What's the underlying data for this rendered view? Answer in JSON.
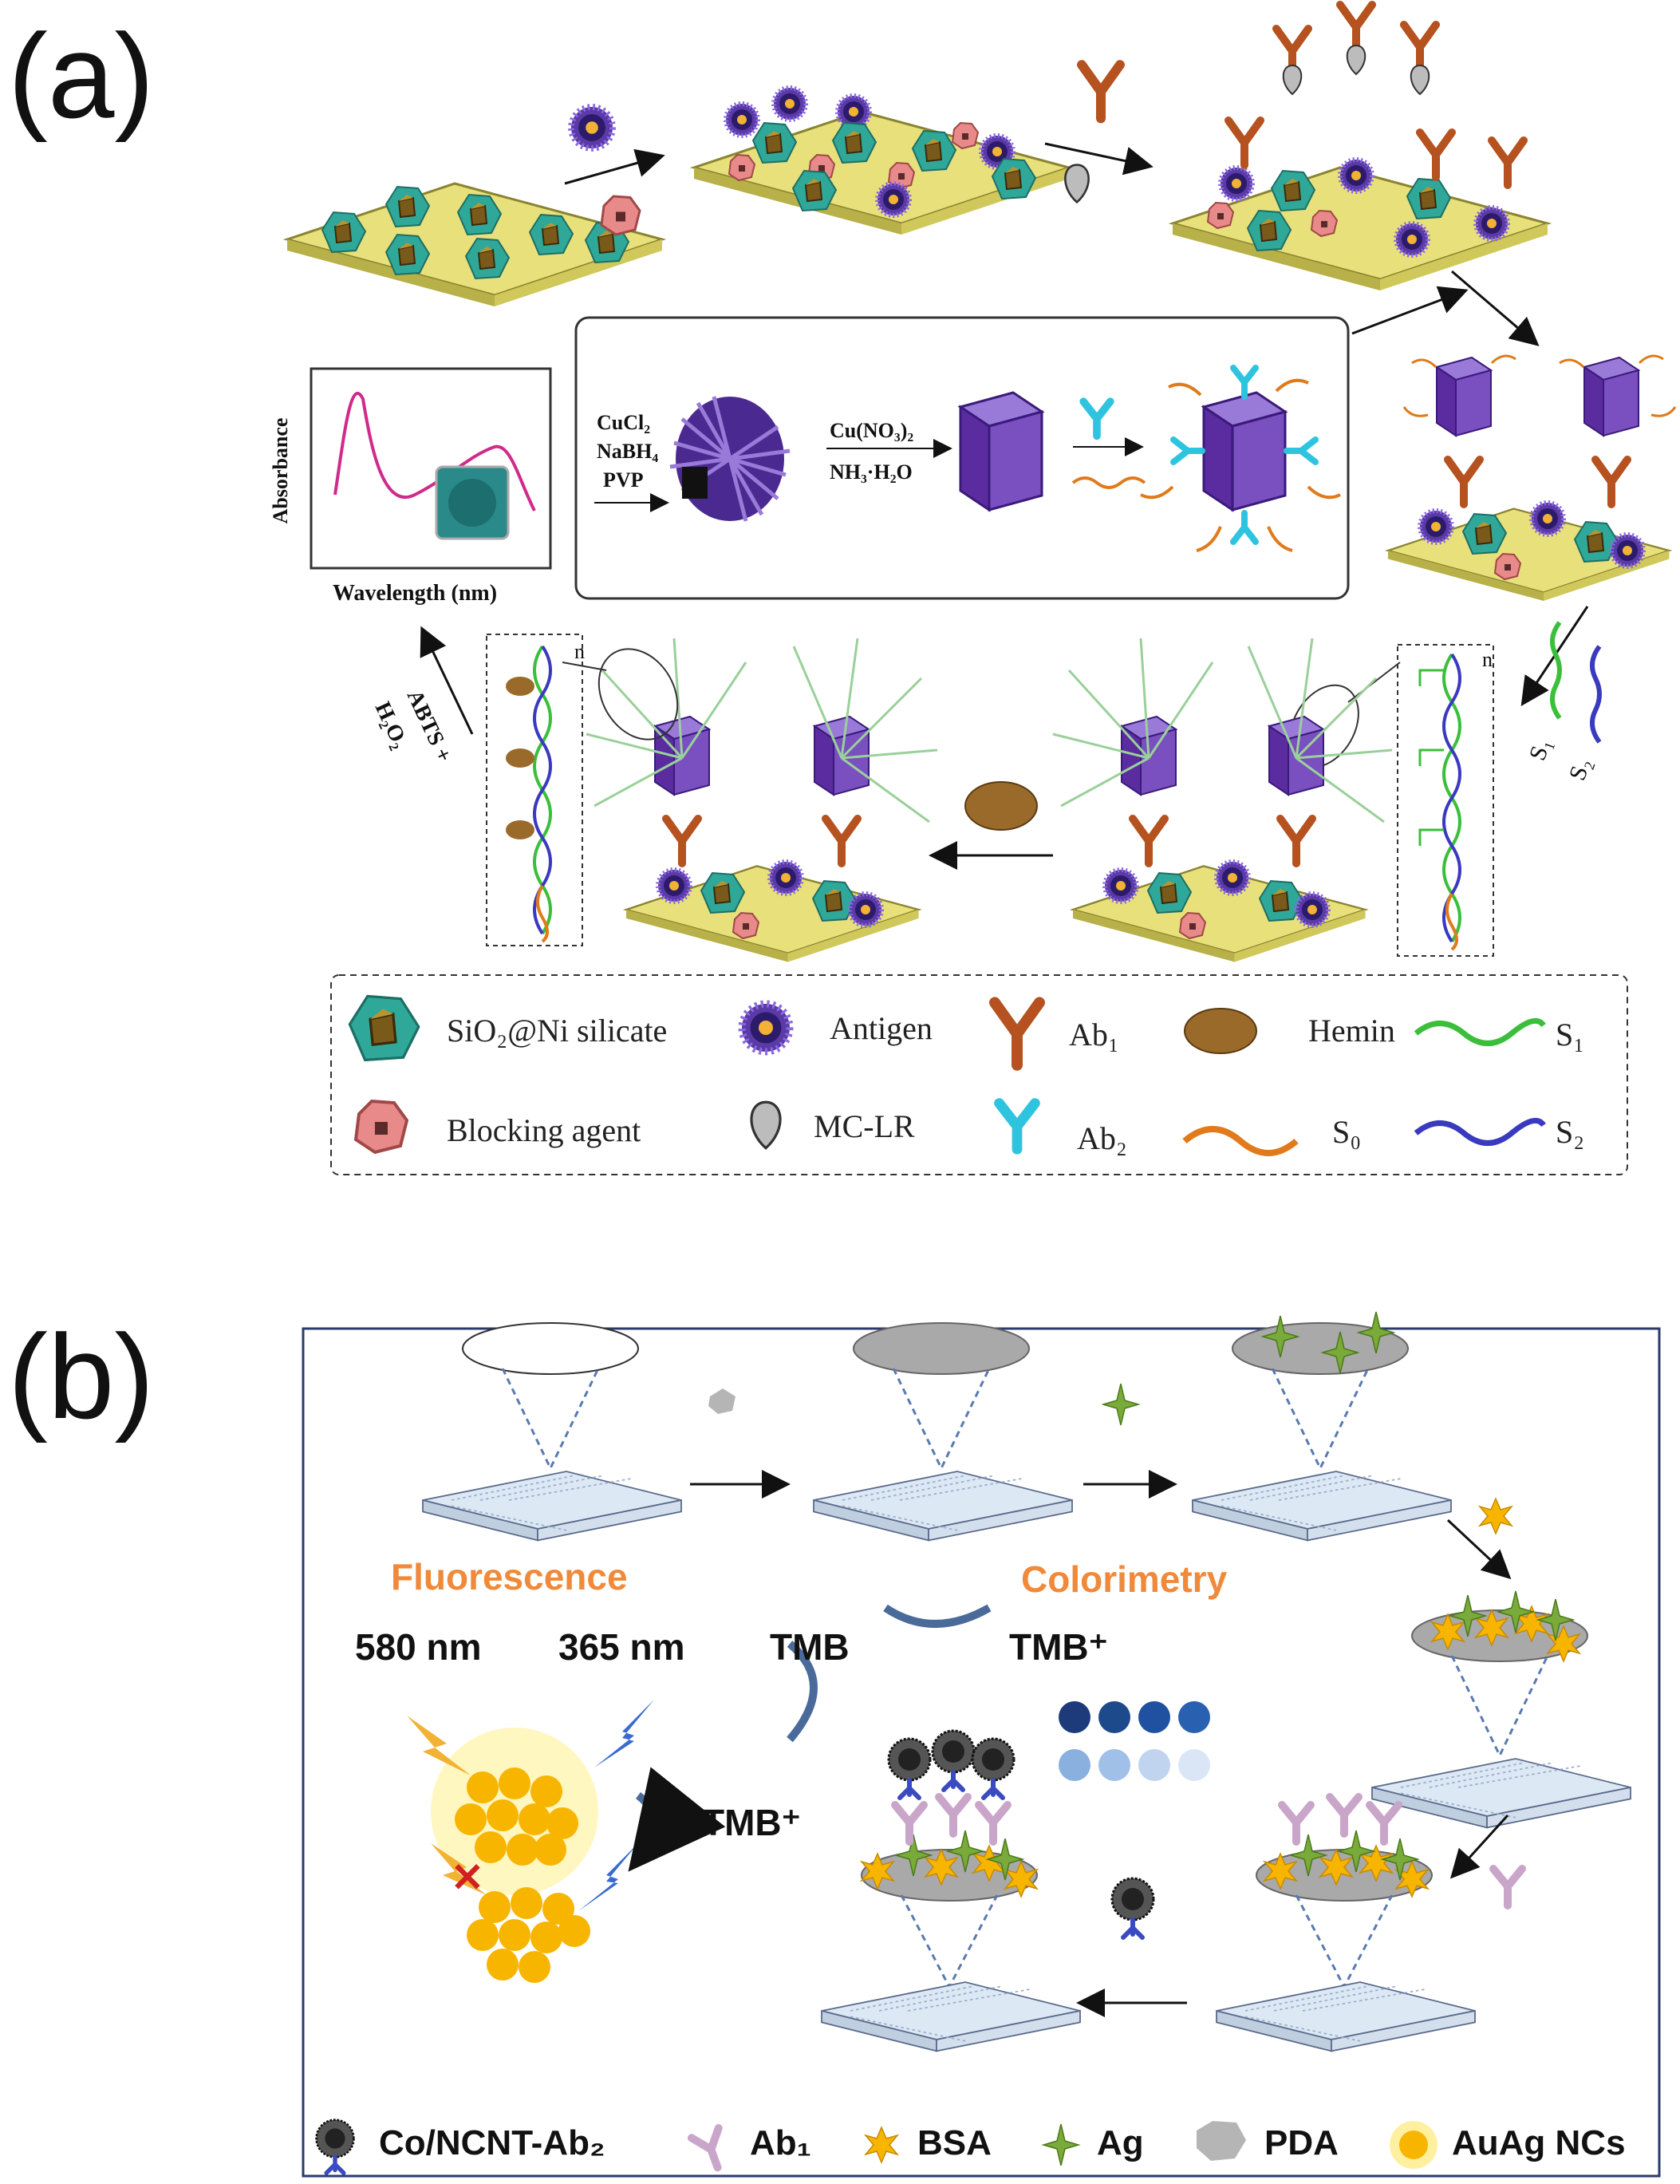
{
  "panel_a": {
    "label": "(a)",
    "spectrum": {
      "ylabel": "Absorbance",
      "xlabel": "Wavelength (nm)"
    },
    "synthesis": {
      "reagents_1": [
        "CuCl₂",
        "NaBH₄",
        "PVP"
      ],
      "reagents_2_top": "Cu(NO₃)₂",
      "reagents_2_bottom": "NH₃·H₂O"
    },
    "abts_label": "ABTS +",
    "h2o2_label": "H₂O₂",
    "n_label": "n",
    "s1_label": "S₁",
    "s2_label": "S₂",
    "legend": {
      "sio2": "SiO₂@Ni silicate",
      "antigen": "Antigen",
      "ab1": "Ab₁",
      "hemin": "Hemin",
      "s1": "S₁",
      "blocking": "Blocking agent",
      "mclr": "MC-LR",
      "ab2": "Ab₂",
      "s0": "S₀",
      "s2": "S₂"
    },
    "colors": {
      "plate": "#e8e07a",
      "silicate": "#2fa89a",
      "antigen": "#5b3aa8",
      "ab1": "#b5521f",
      "ab2": "#2ec4e0",
      "cube": "#7a4fc0",
      "hemin": "#9a6a2a",
      "s1": "#3bbf3b",
      "s2": "#3a3ac0",
      "s0": "#e08a1a"
    }
  },
  "panel_b": {
    "label": "(b)",
    "fluorescence": "Fluorescence",
    "colorimetry": "Colorimetry",
    "nm580": "580 nm",
    "nm365": "365 nm",
    "tmb": "TMB",
    "tmb_plus_1": "TMB⁺",
    "tmb_plus_2": "TMB⁺",
    "legend": {
      "co_ncnt": "Co/NCNT-Ab₂",
      "ab1": "Ab₁",
      "bsa": "BSA",
      "ag": "Ag",
      "pda": "PDA",
      "auag": "AuAg NCs"
    },
    "colors": {
      "title": "#f08a3a",
      "auag": "#f7b500",
      "pda": "#a9a9a9",
      "ag": "#6a9a3a",
      "ab1": "#c9a6c9",
      "chip": "#dde8f5"
    }
  }
}
